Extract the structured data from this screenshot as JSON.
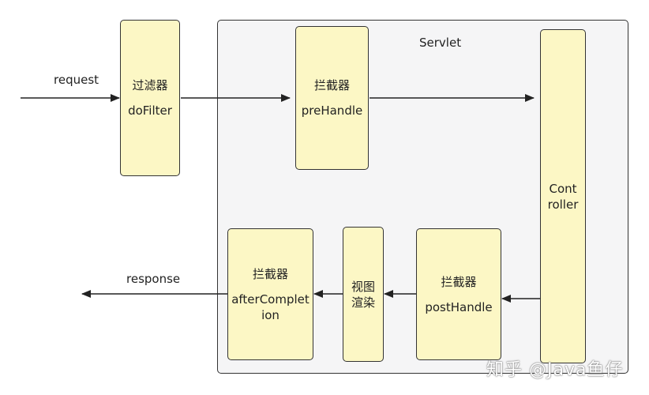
{
  "container": {
    "title": "Servlet"
  },
  "filter": {
    "title": "过滤器",
    "method": "doFilter"
  },
  "pre_handle": {
    "title": "拦截器",
    "method": "preHandle"
  },
  "controller": {
    "label": "Controller"
  },
  "post_handle": {
    "title": "拦截器",
    "method": "postHandle"
  },
  "view_render": {
    "label": "视图渲染"
  },
  "after_completion": {
    "title": "拦截器",
    "method": "afterCompletion"
  },
  "labels": {
    "request": "request",
    "response": "response"
  },
  "watermark": "知乎 @Java鱼仔",
  "colors": {
    "box_fill": "#fcf7c5",
    "container_fill": "#f5f5f6",
    "stroke": "#333333"
  }
}
